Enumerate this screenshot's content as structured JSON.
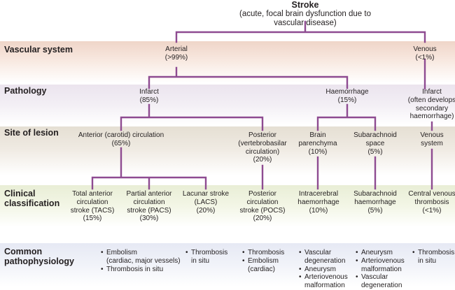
{
  "colors": {
    "connector": "#8e4b91",
    "band_vascular": "#efd5c8",
    "band_pathology": "#ebe4ee",
    "band_site": "#e5dfd3",
    "band_clinical": "#e9eed6",
    "band_pathophysiology": "#e6e9f4"
  },
  "root": {
    "title": "Stroke",
    "subtitle": "(acute, focal brain dysfunction due to vascular disease)"
  },
  "rows": {
    "vascular": "Vascular system",
    "pathology": "Pathology",
    "site": "Site of lesion",
    "clinical": [
      "Clinical",
      "classification"
    ],
    "pathophysiology": [
      "Common",
      "pathophysiology"
    ]
  },
  "vascular": {
    "arterial": [
      "Arterial",
      "(>99%)"
    ],
    "venous": [
      "Venous",
      "(<1%)"
    ]
  },
  "pathology": {
    "infarct": [
      "Infarct",
      "(85%)"
    ],
    "haemorrhage": [
      "Haemorrhage",
      "(15%)"
    ],
    "venous_infarct": [
      "Infarct",
      "(often develops",
      "secondary",
      "haemorrhage)"
    ]
  },
  "site": {
    "anterior": [
      "Anterior (carotid) circulation",
      "(65%)"
    ],
    "posterior": [
      "Posterior",
      "(vertebrobasilar",
      "circulation)",
      "(20%)"
    ],
    "parenchyma": [
      "Brain",
      "parenchyma",
      "(10%)"
    ],
    "subarachnoid": [
      "Subarachnoid",
      "space",
      "(5%)"
    ],
    "venous_system": [
      "Venous",
      "system"
    ]
  },
  "clinical": {
    "tacs": [
      "Total anterior",
      "circulation",
      "stroke (TACS)",
      "(15%)"
    ],
    "pacs": [
      "Partial anterior",
      "circulation",
      "stroke (PACS)",
      "(30%)"
    ],
    "lacs": [
      "Lacunar stroke",
      "(LACS)",
      "(20%)"
    ],
    "pocs": [
      "Posterior",
      "circulation",
      "stroke (POCS)",
      "(20%)"
    ],
    "ich": [
      "Intracerebral",
      "haemorrhage",
      "(10%)"
    ],
    "sah": [
      "Subarachnoid",
      "haemorrhage",
      "(5%)"
    ],
    "cvt": [
      "Central venous",
      "thrombosis",
      "(<1%)"
    ]
  },
  "pathophysiology": {
    "col1": [
      [
        "Embolism",
        "(cardiac, major vessels)"
      ],
      [
        "Thrombosis in situ"
      ]
    ],
    "col2": [
      [
        "Thrombosis",
        "in situ"
      ]
    ],
    "col3": [
      [
        "Thrombosis"
      ],
      [
        "Embolism",
        "(cardiac)"
      ]
    ],
    "col4": [
      [
        "Vascular",
        "degeneration"
      ],
      [
        "Aneurysm"
      ],
      [
        "Arteriovenous",
        "malformation"
      ]
    ],
    "col5": [
      [
        "Aneurysm"
      ],
      [
        "Arteriovenous",
        "malformation"
      ],
      [
        "Vascular",
        "degeneration"
      ]
    ],
    "col6": [
      [
        "Thrombosis",
        "in situ"
      ]
    ]
  }
}
